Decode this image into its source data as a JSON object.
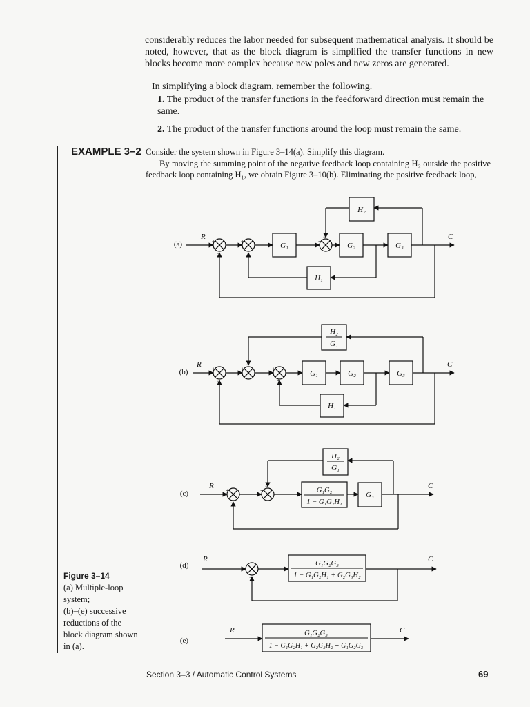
{
  "text": {
    "p1": "considerably reduces the labor needed for subsequent mathematical analysis. It should be noted, however, that as the block diagram is simplified the transfer functions in new blocks become more complex because new poles and new zeros are generated.",
    "p2": "In simplifying a block diagram, remember the following.",
    "rule1_num": "1.",
    "rule1": "The product of the transfer functions in the feedforward direction must remain the same.",
    "rule2_num": "2.",
    "rule2": "The product of the transfer functions around the loop must remain the same.",
    "example_label": "EXAMPLE 3–2",
    "ex1": "Consider the system shown in Figure 3–14(a). Simplify this diagram.",
    "ex2": "By moving the summing point of the negative feedback loop containing H₂ outside the positive feedback loop containing H₁, we obtain Figure 3–10(b). Eliminating the positive feedback loop,"
  },
  "figure": {
    "caption_title": "Figure 3–14",
    "caption_lines": [
      "(a) Multiple-loop",
      "system;",
      "(b)–(e) successive",
      "reductions of the",
      "block diagram shown",
      "in (a)."
    ],
    "panel_labels": [
      "(a)",
      "(b)",
      "(c)",
      "(d)",
      "(e)"
    ],
    "input": "R",
    "output": "C",
    "signs": {
      "plus": "+",
      "minus": "−"
    },
    "blocks": {
      "G1": "G₁",
      "G2": "G₂",
      "G3": "G₃",
      "H1": "H₁",
      "H2": "H₂",
      "H2_over_G1": {
        "num": "H₂",
        "den": "G₁"
      },
      "c_fwd": {
        "num": "G₁G₂",
        "den": "1 − G₁G₂H₁"
      },
      "d_fwd": {
        "num": "G₁G₂G₃",
        "den": "1 − G₁G₂H₁ + G₂G₃H₂"
      },
      "e_tf": {
        "num": "G₁G₂G₃",
        "den": "1 − G₁G₂H₁ + G₂G₃H₂ + G₁G₂G₃"
      }
    }
  },
  "footer": {
    "section": "Section 3–3 / Automatic Control Systems",
    "page": "69"
  }
}
